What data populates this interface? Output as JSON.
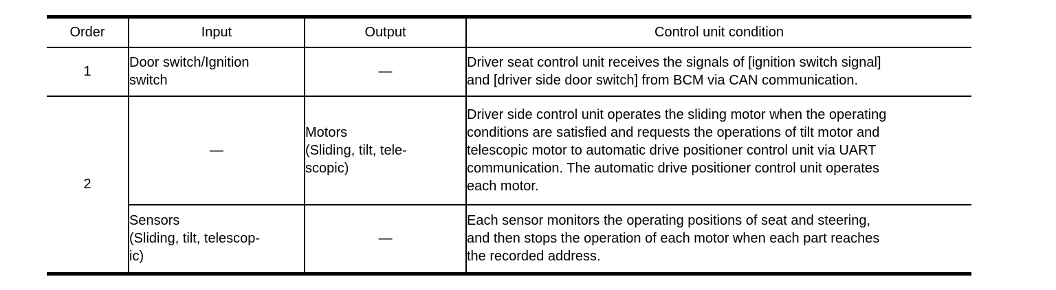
{
  "table": {
    "headers": [
      "Order",
      "Input",
      "Output",
      "Control unit condition"
    ],
    "rows": [
      {
        "order": "1",
        "input": "Door switch/Ignition\nswitch",
        "output": "—",
        "condition": "Driver seat control unit receives the signals of [ignition switch signal]\nand [driver side door switch] from BCM via CAN communication."
      },
      {
        "order": "2",
        "sub_rows": [
          {
            "input": "—",
            "output": "Motors\n(Sliding, tilt, tele-\nscopic)",
            "condition": "Driver side control unit operates the sliding motor when the operating\nconditions are satisfied and requests the operations of tilt motor and\ntelescopic motor to automatic drive positioner control unit via UART\ncommunication. The automatic drive positioner control unit operates\neach motor."
          },
          {
            "input": "Sensors\n(Sliding, tilt, telescop-\nic)",
            "output": "—",
            "condition": "Each sensor monitors the operating positions of seat and steering,\nand then stops the operation of each motor when each part reaches\nthe recorded address."
          }
        ]
      }
    ],
    "colors": {
      "border": "#000000",
      "text": "#000000",
      "background": "#ffffff"
    }
  }
}
